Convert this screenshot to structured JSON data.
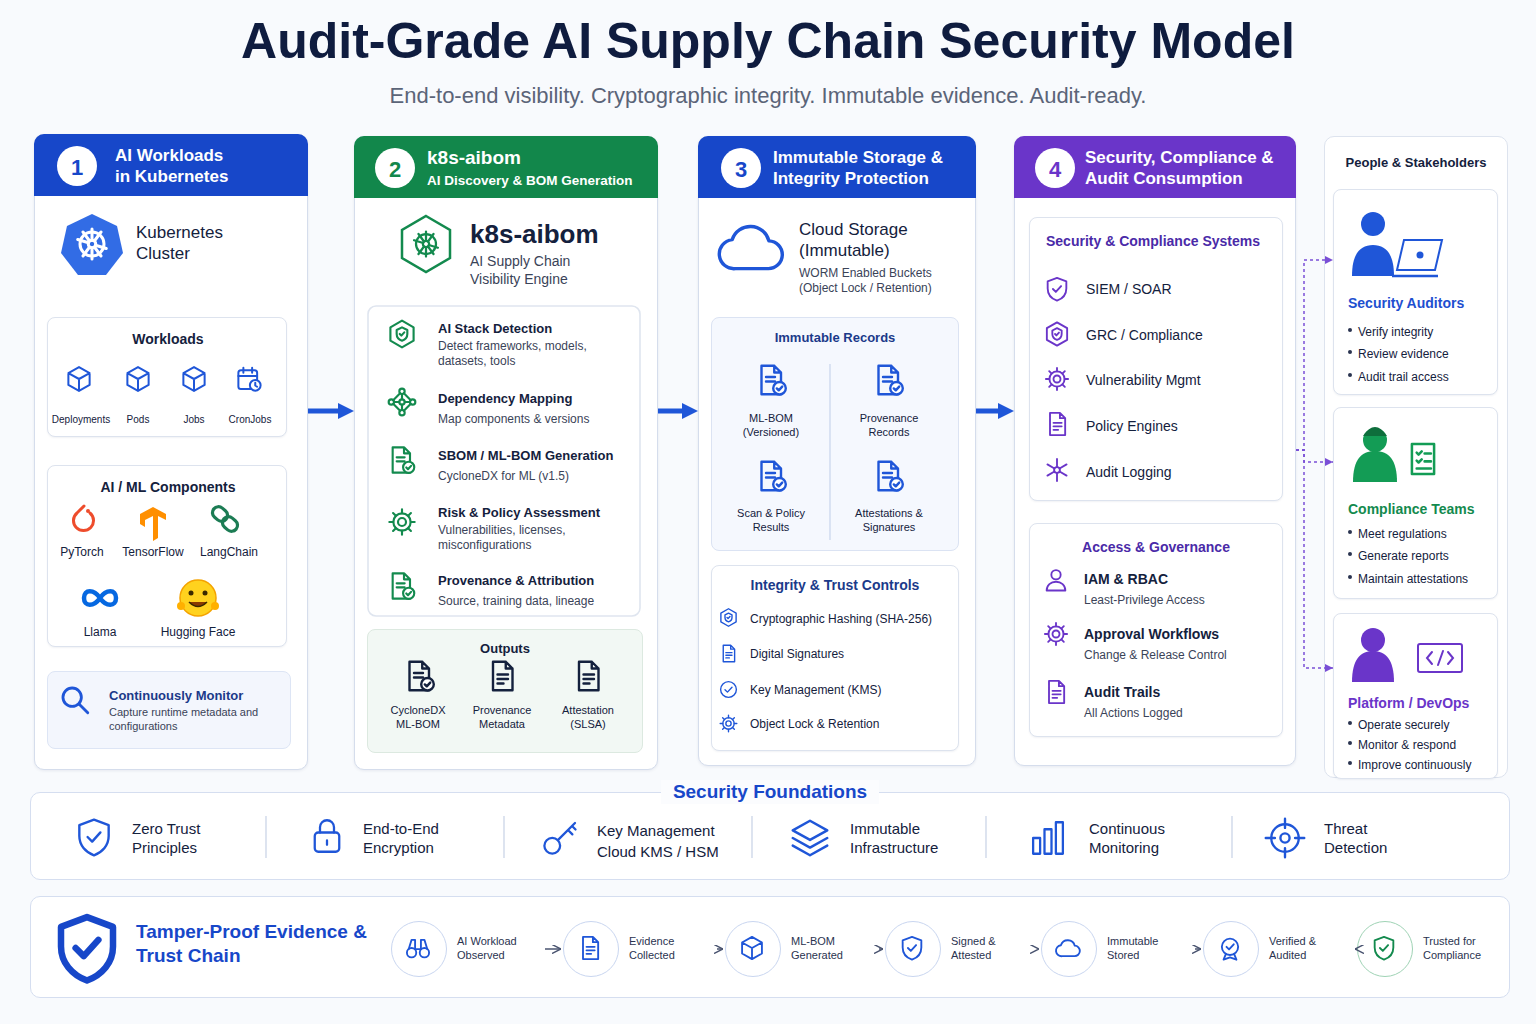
{
  "diagram": {
    "title": "Audit-Grade AI Supply Chain Security Model",
    "caption": "End-to-end visibility. Cryptographic integrity. Immutable evidence. Audit-ready.",
    "nodes": [
      {
        "text": [
          "1",
          "AI Workloads in Kubernetes"
        ]
      },
      {
        "text": [
          "Workloads"
        ],
        "in": 0
      },
      {
        "text": [
          "AI / ML Components"
        ],
        "in": 0
      },
      {
        "text": [
          "Continuously Monitor",
          "Capture runtime metadata and configurations"
        ],
        "in": 0
      },
      {
        "text": [
          "2",
          "k8s-aibom",
          "AI Discovery & BOM Generation"
        ]
      },
      {
        "text": [
          "Outputs"
        ],
        "in": 4
      },
      {
        "text": [
          "3",
          "Immutable Storage & Integrity Protection"
        ]
      },
      {
        "text": [
          "Immutable Records"
        ],
        "in": 6
      },
      {
        "text": [
          "Integrity & Trust Controls"
        ],
        "in": 6
      },
      {
        "text": [
          "4",
          "Security, Compliance & Audit Consumption"
        ]
      },
      {
        "text": [
          "Security & Compliance Systems"
        ],
        "in": 9
      },
      {
        "text": [
          "Access & Governance"
        ],
        "in": 9
      },
      {
        "text": [
          "People & Stakeholders"
        ]
      },
      {
        "text": [
          "Security Auditors"
        ],
        "in": 12
      },
      {
        "text": [
          "Compliance Teams"
        ],
        "in": 12
      },
      {
        "text": [
          "Platform / DevOps"
        ],
        "in": 12
      },
      {
        "text": [
          "Security Foundations"
        ]
      },
      {
        "text": [
          "Tamper-Proof Evidence & Trust Chain"
        ]
      },
      {
        "text": [
          "AI Workload Observed"
        ],
        "in": 17
      },
      {
        "text": [
          "Evidence Collected"
        ],
        "in": 17
      },
      {
        "text": [
          "ML-BOM Generated"
        ],
        "in": 17
      },
      {
        "text": [
          "Signed & Attested"
        ],
        "in": 17
      },
      {
        "text": [
          "Immutable Stored"
        ],
        "in": 17
      },
      {
        "text": [
          "Verified & Audited"
        ],
        "in": 17
      },
      {
        "text": [
          "Trusted for Compliance"
        ],
        "in": 17
      }
    ],
    "edges": [
      {
        "from": 0,
        "to": 4,
        "arrow": "to"
      },
      {
        "from": 4,
        "to": 6,
        "arrow": "to"
      },
      {
        "from": 6,
        "to": 9,
        "arrow": "to"
      },
      {
        "from": 9,
        "to": 13,
        "arrow": "to"
      },
      {
        "from": 9,
        "to": 14,
        "arrow": "to"
      },
      {
        "from": 9,
        "to": 15,
        "arrow": "to"
      },
      {
        "from": 18,
        "to": 19,
        "arrow": "to"
      },
      {
        "from": 19,
        "to": 20,
        "arrow": "to"
      },
      {
        "from": 20,
        "to": 21,
        "arrow": "to"
      },
      {
        "from": 21,
        "to": 22,
        "arrow": "to"
      },
      {
        "from": 22,
        "to": 23,
        "arrow": "to"
      },
      {
        "from": 23,
        "to": 24,
        "arrow": "to"
      }
    ],
    "labels": [
      "Kubernetes Cluster",
      "Deployments",
      "Pods",
      "Jobs",
      "CronJobs",
      "PyTorch",
      "TensorFlow",
      "LangChain",
      "Llama",
      "Hugging Face",
      "k8s-aibom",
      "AI Supply Chain Visibility Engine",
      "AI Stack Detection",
      "Detect frameworks, models, datasets, tools",
      "Dependency Mapping",
      "Map components & versions",
      "SBOM / ML-BOM Generation",
      "CycloneDX for ML (v1.5)",
      "Risk & Policy Assessment",
      "Vulnerabilities, licenses, misconfigurations",
      "Provenance & Attribution",
      "Source, training data, lineage",
      "CycloneDX ML-BOM",
      "Provenance Metadata",
      "Attestation (SLSA)",
      "Cloud Storage (Immutable)",
      "WORM Enabled Buckets (Object Lock / Retention)",
      "ML-BOM (Versioned)",
      "Provenance Records",
      "Scan & Policy Results",
      "Attestations & Signatures",
      "Cryptographic Hashing (SHA-256)",
      "Digital Signatures",
      "Key Management (KMS)",
      "Object Lock & Retention",
      "SIEM / SOAR",
      "GRC / Compliance",
      "Vulnerability Mgmt",
      "Policy Engines",
      "Audit Logging",
      "IAM & RBAC",
      "Least-Privilege Access",
      "Approval Workflows",
      "Change & Release Control",
      "Audit Trails",
      "All Actions Logged",
      "Verify integrity",
      "Review evidence",
      "Audit trail access",
      "Meet regulations",
      "Generate reports",
      "Maintain attestations",
      "Operate securely",
      "Monitor & respond",
      "Improve continuously",
      "Zero Trust Principles",
      "End-to-End Encryption",
      "Key Management",
      "Cloud KMS / HSM",
      "Immutable Infrastructure",
      "Continuous Monitoring",
      "Threat Detection"
    ]
  }
}
